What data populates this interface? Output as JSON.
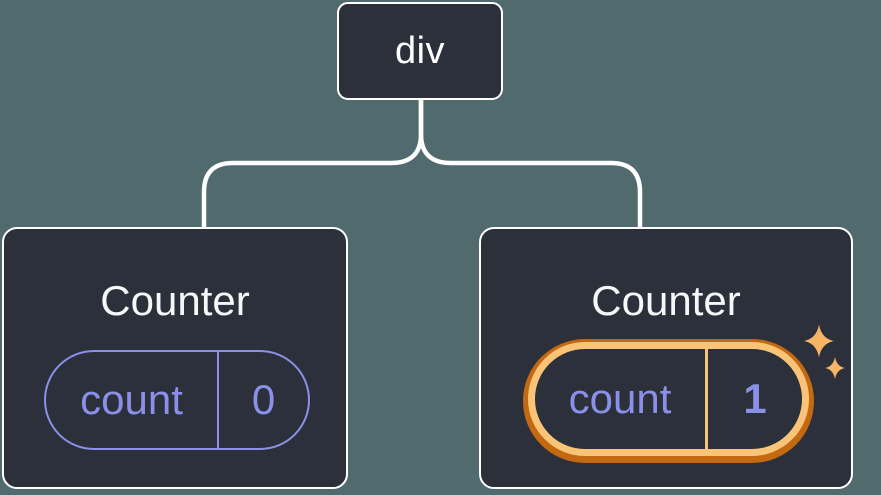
{
  "colors": {
    "background": "#506a6e",
    "node_bg": "#2b303b",
    "node_border": "#ffffff",
    "connector": "#ffffff",
    "text": "#f6f7f9",
    "purple": "#8a90e8",
    "orange_light": "#fac478",
    "orange_dark": "#c26911",
    "sparkle": "#f6b464"
  },
  "tree": {
    "root": {
      "label": "div"
    },
    "children": [
      {
        "title": "Counter",
        "state_name": "count",
        "state_value": "0",
        "highlighted": false
      },
      {
        "title": "Counter",
        "state_name": "count",
        "state_value": "1",
        "highlighted": true
      }
    ]
  }
}
